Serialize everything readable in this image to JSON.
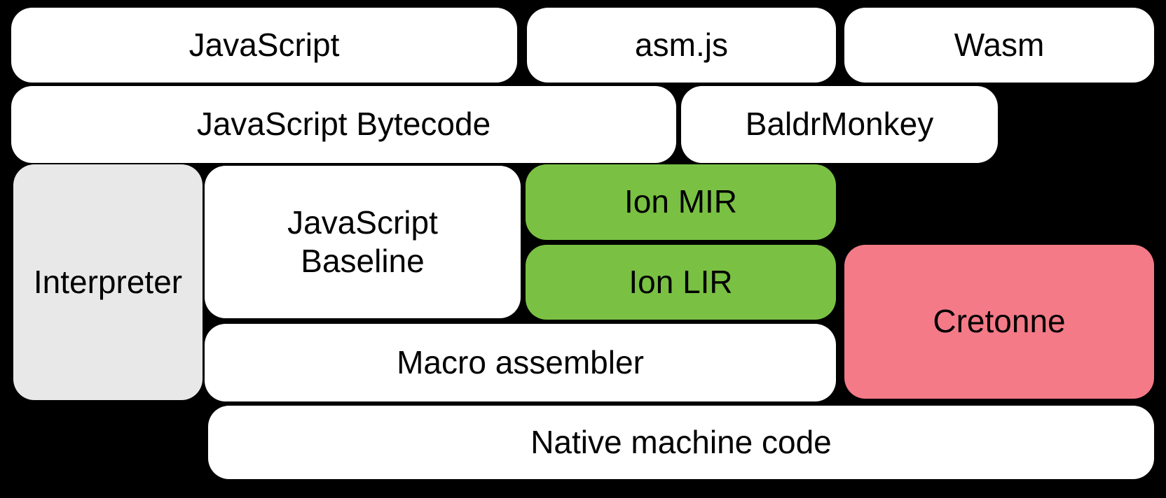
{
  "colors": {
    "background": "#000000",
    "text": "#000000",
    "box_white": "#ffffff",
    "box_gray": "#e8e8e8",
    "box_green": "#7ac143",
    "box_pink": "#f47a87"
  },
  "diagram": {
    "sources": [
      {
        "label": "JavaScript"
      },
      {
        "label": "asm.js"
      },
      {
        "label": "Wasm"
      }
    ],
    "frontends": [
      {
        "label": "JavaScript Bytecode"
      },
      {
        "label": "BaldrMonkey"
      }
    ],
    "middle": [
      {
        "label": "Interpreter"
      },
      {
        "label": "JavaScript Baseline"
      },
      {
        "label": "Ion MIR"
      },
      {
        "label": "Ion LIR"
      },
      {
        "label": "Cretonne"
      },
      {
        "label": "Macro assembler"
      }
    ],
    "bottom": [
      {
        "label": "Native machine code"
      }
    ]
  }
}
